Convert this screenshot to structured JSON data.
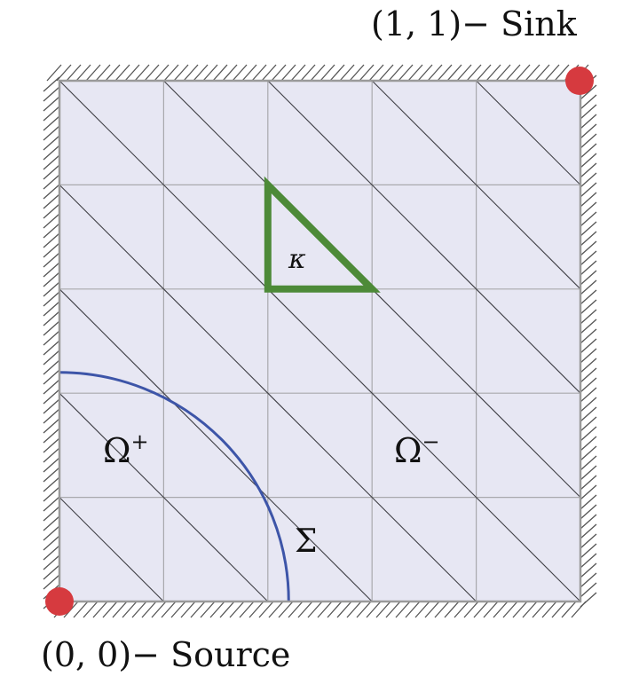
{
  "labels": {
    "sink": "(1, 1)− Sink",
    "source": "(0, 0)− Source",
    "omega_plus": "Ω",
    "omega_plus_sup": "+",
    "omega_minus": "Ω",
    "omega_minus_sup": "−",
    "kappa": "κ",
    "sigma": "Σ"
  },
  "mesh": {
    "divisions": 5,
    "highlighted_triangle": {
      "col": 2,
      "row": 1
    }
  },
  "interface_radius": 0.44,
  "colors": {
    "domain_fill": "#e7e7f3",
    "mesh_line": "#a9a9ad",
    "diagonal_line": "#3f3f45",
    "boundary": "#9a9a9a",
    "hatch": "#555555",
    "interface": "#3d55a8",
    "element": "#4d8a38",
    "point": "#d63a3f"
  }
}
